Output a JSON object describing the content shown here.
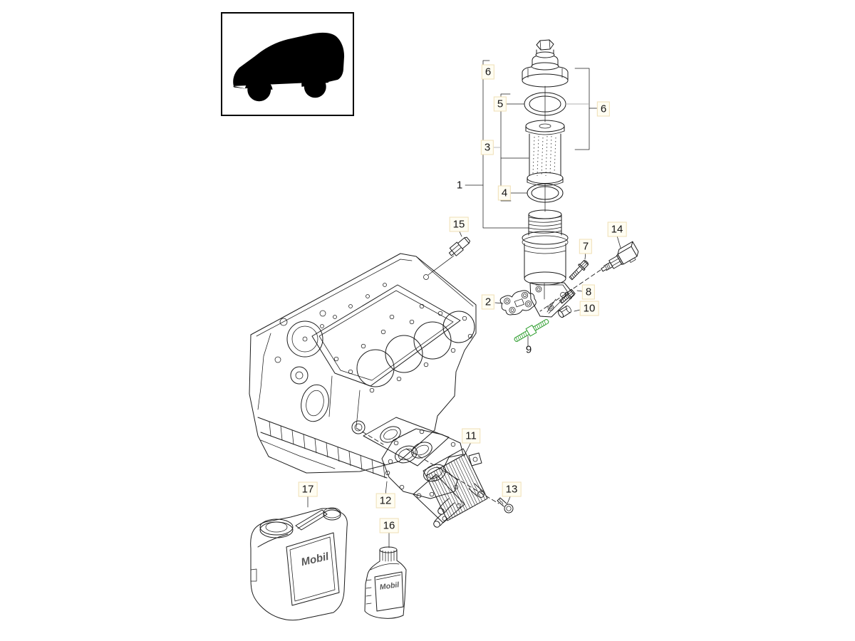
{
  "diagram_type": "exploded-parts-diagram",
  "vehicle_thumbnail": {
    "icon": "suv-line-drawing"
  },
  "callouts": {
    "c1": {
      "text": "1"
    },
    "c2": {
      "text": "2"
    },
    "c3": {
      "text": "3"
    },
    "c4": {
      "text": "4"
    },
    "c5": {
      "text": "5"
    },
    "c6a": {
      "text": "6"
    },
    "c6b": {
      "text": "6"
    },
    "c7": {
      "text": "7"
    },
    "c8": {
      "text": "8"
    },
    "c9": {
      "text": "9"
    },
    "c10": {
      "text": "10"
    },
    "c11": {
      "text": "11"
    },
    "c12": {
      "text": "12"
    },
    "c13": {
      "text": "13"
    },
    "c14": {
      "text": "14"
    },
    "c15": {
      "text": "15"
    },
    "c16": {
      "text": "16"
    },
    "c17": {
      "text": "17"
    }
  },
  "highlighted_callout": "9",
  "products": {
    "jug_label": "Mobil",
    "bottle_label": "Mobil"
  },
  "colors": {
    "highlight_green": "#2f9e2f",
    "callout_bg": "#fffdf2",
    "callout_border": "#efdfb6",
    "line": "#1c1c1c",
    "background": "#ffffff"
  }
}
